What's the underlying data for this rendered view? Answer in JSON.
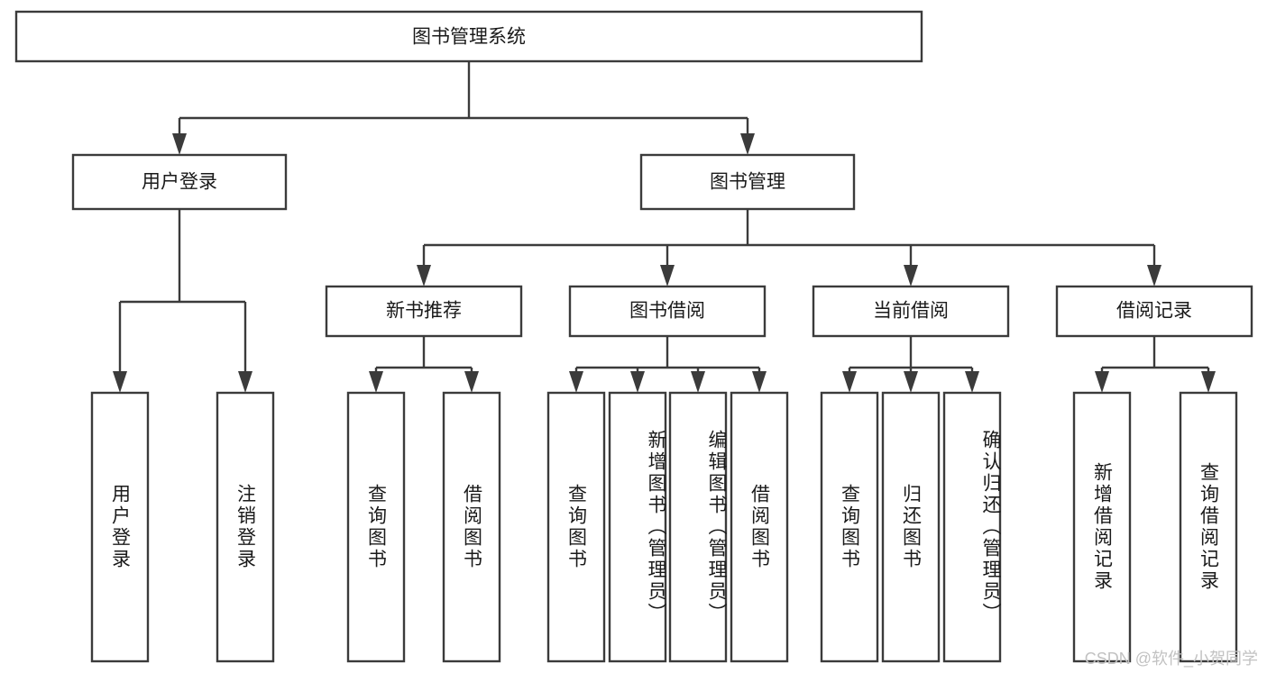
{
  "diagram": {
    "type": "tree-hierarchy",
    "title": "图书管理系统",
    "orientation": "top-down",
    "root": {
      "id": "root",
      "label": "图书管理系统"
    },
    "level2": [
      {
        "id": "user-login",
        "label": "用户登录"
      },
      {
        "id": "book-manage",
        "label": "图书管理"
      }
    ],
    "level3": [
      {
        "id": "new-book-recommend",
        "label": "新书推荐",
        "parent": "book-manage"
      },
      {
        "id": "book-borrow",
        "label": "图书借阅",
        "parent": "book-manage"
      },
      {
        "id": "current-borrow",
        "label": "当前借阅",
        "parent": "book-manage"
      },
      {
        "id": "borrow-record",
        "label": "借阅记录",
        "parent": "book-manage"
      }
    ],
    "leaves": [
      {
        "id": "leaf-user-login",
        "label": "用户登录",
        "parent": "user-login"
      },
      {
        "id": "leaf-logout",
        "label": "注销登录",
        "parent": "user-login"
      },
      {
        "id": "leaf-query-book-1",
        "label": "查询图书",
        "parent": "new-book-recommend"
      },
      {
        "id": "leaf-borrow-book-1",
        "label": "借阅图书",
        "parent": "new-book-recommend"
      },
      {
        "id": "leaf-query-book-2",
        "label": "查询图书",
        "parent": "book-borrow"
      },
      {
        "id": "leaf-add-book",
        "label": "新增图书（管理员）",
        "parent": "book-borrow"
      },
      {
        "id": "leaf-edit-book",
        "label": "编辑图书（管理员）",
        "parent": "book-borrow"
      },
      {
        "id": "leaf-borrow-book-2",
        "label": "借阅图书",
        "parent": "book-borrow"
      },
      {
        "id": "leaf-query-book-3",
        "label": "查询图书",
        "parent": "current-borrow"
      },
      {
        "id": "leaf-return-book",
        "label": "归还图书",
        "parent": "current-borrow"
      },
      {
        "id": "leaf-confirm-return",
        "label": "确认归还（管理员）",
        "parent": "current-borrow"
      },
      {
        "id": "leaf-add-record",
        "label": "新增借阅记录",
        "parent": "borrow-record"
      },
      {
        "id": "leaf-query-record",
        "label": "查询借阅记录",
        "parent": "borrow-record"
      }
    ]
  },
  "watermark": {
    "text": "CSDN @软件_小贺同学"
  },
  "colors": {
    "stroke": "#3b3b3b",
    "fill": "#ffffff",
    "text": "#1a1a1a",
    "watermark": "#c2c2c2",
    "background": "#ffffff"
  }
}
